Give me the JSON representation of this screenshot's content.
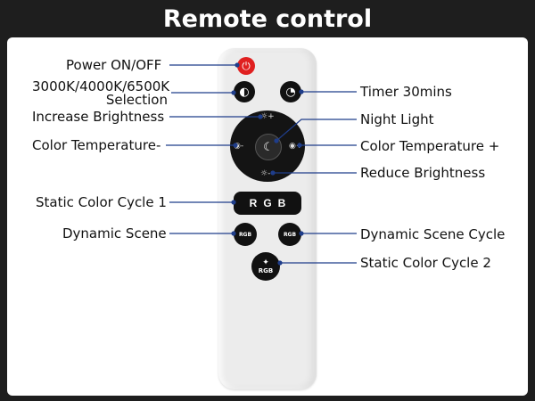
{
  "title": "Remote control",
  "labels": {
    "power": "Power ON/OFF",
    "cct_line1": "3000K/4000K/6500K",
    "cct_line2": "Selection",
    "increase_brightness": "Increase Brightness",
    "color_temp_minus": "Color Temperature-",
    "static_cycle_1": "Static Color Cycle 1",
    "dynamic_scene": "Dynamic Scene",
    "timer": "Timer 30mins",
    "night_light": "Night Light",
    "color_temp_plus": "Color Temperature +",
    "reduce_brightness": "Reduce Brightness",
    "dynamic_scene_cycle": "Dynamic Scene Cycle",
    "static_cycle_2": "Static Color Cycle 2"
  },
  "buttons": {
    "rgb": "RGB",
    "scene_left": "RGB",
    "scene_right": "RGB",
    "static2": "RGB"
  },
  "colors": {
    "background": "#1e1e1e",
    "panel": "#ffffff",
    "remote_body": "#ececec",
    "button": "#111111",
    "power_button": "#e02020",
    "leader_line": "#1f3d8a"
  }
}
